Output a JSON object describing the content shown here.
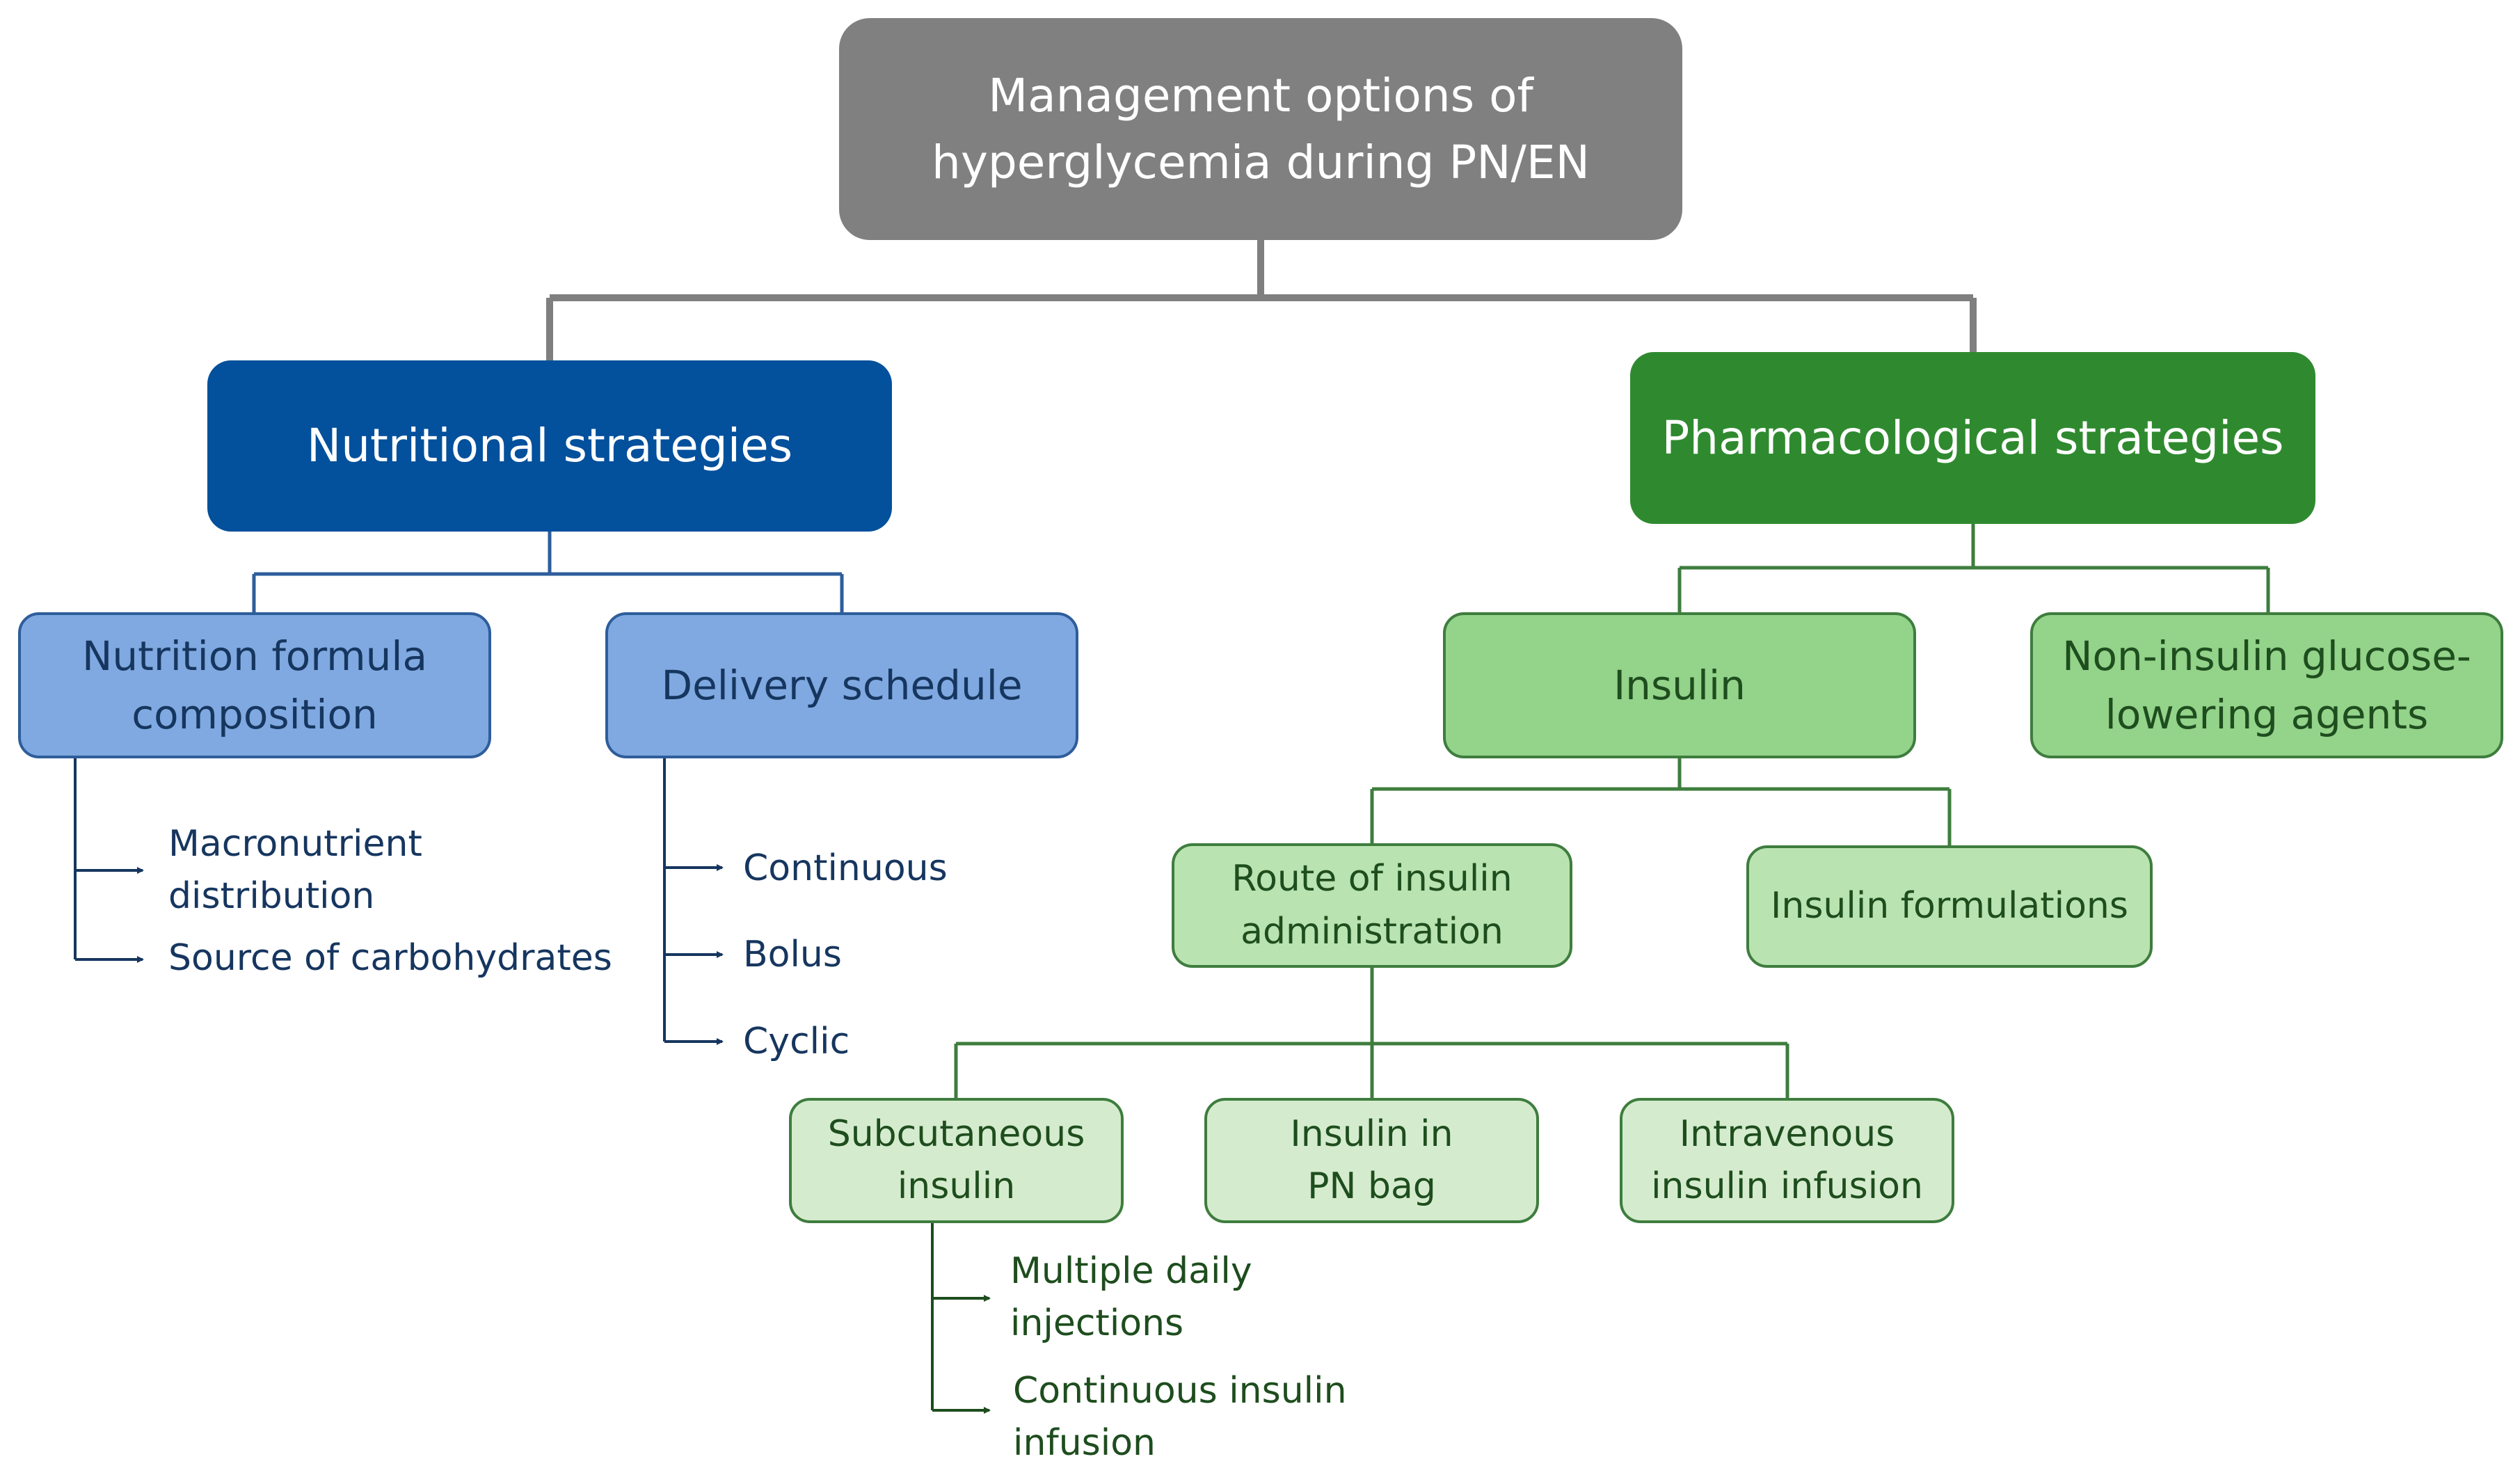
{
  "colors": {
    "root_fill": "#808080",
    "nutritional_fill": "#03509c",
    "pharmacological_fill": "#2f8a2f",
    "blue_sub_fill": "#7fa9e0",
    "green_sub_fill": "#93d38a",
    "green_level3_fill": "#b9e3b0",
    "green_level4_fill": "#d4eccd",
    "connector_gray": "#7f7f7f",
    "connector_blue": "#2e5d9b",
    "connector_green": "#3e7d3e"
  },
  "root": {
    "label": "Management options of\nhyperglycemia during PN/EN"
  },
  "nutritional": {
    "label": "Nutritional strategies",
    "formula": {
      "label": "Nutrition formula\ncomposition",
      "items": [
        "Macronutrient\ndistribution",
        "Source of carbohydrates"
      ]
    },
    "delivery": {
      "label": "Delivery schedule",
      "items": [
        "Continuous",
        "Bolus",
        "Cyclic"
      ]
    }
  },
  "pharmacological": {
    "label": "Pharmacological strategies",
    "insulin": {
      "label": "Insulin",
      "route": {
        "label": "Route of insulin\nadministration",
        "subcutaneous": {
          "label": "Subcutaneous\ninsulin",
          "items": [
            "Multiple daily\ninjections",
            "Continuous insulin\ninfusion"
          ]
        },
        "pn_bag": {
          "label": "Insulin in\nPN bag"
        },
        "intravenous": {
          "label": "Intravenous\ninsulin infusion"
        }
      },
      "formulations": {
        "label": "Insulin formulations"
      }
    },
    "non_insulin": {
      "label": "Non-insulin glucose-\nlowering agents"
    }
  }
}
